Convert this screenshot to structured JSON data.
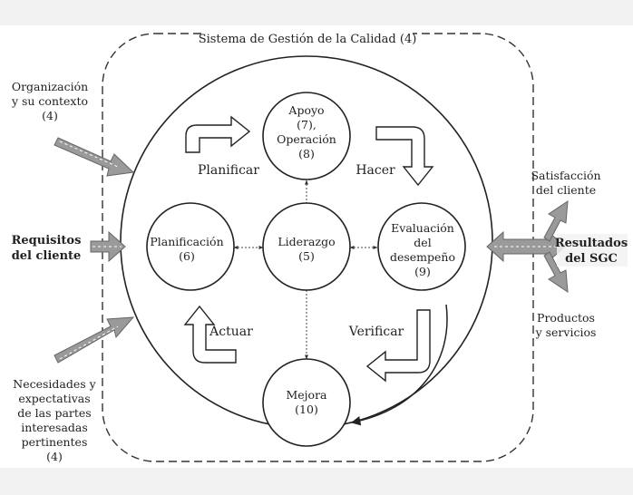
{
  "system": {
    "title": "Sistema de Gestión de la Calidad (4)"
  },
  "phases": {
    "plan": "Planificar",
    "do": "Hacer",
    "check": "Verificar",
    "act": "Actuar"
  },
  "nodes": {
    "support": {
      "line1": "Apoyo",
      "line2": "(7),",
      "line3": "Operación",
      "line4": "(8)"
    },
    "planning": {
      "line1": "Planificación",
      "line2": "(6)"
    },
    "leadership": {
      "line1": "Liderazgo",
      "line2": "(5)"
    },
    "evaluation": {
      "line1": "Evaluación",
      "line2": "del",
      "line3": "desempeño",
      "line4": "(9)"
    },
    "improvement": {
      "line1": "Mejora",
      "line2": "(10)"
    }
  },
  "inputs": {
    "context": {
      "line1": "Organización",
      "line2": "y su contexto",
      "line3": "(4)"
    },
    "requirements": {
      "line1": "Requisitos",
      "line2": "del cliente"
    },
    "stakeholders": {
      "line1": "Necesidades y",
      "line2": "expectativas",
      "line3": "de las partes",
      "line4": "interesadas",
      "line5": "pertinentes",
      "line6": "(4)"
    }
  },
  "outputs": {
    "results": {
      "line1": "Resultados",
      "line2": "del SGC"
    },
    "satisfaction": {
      "line1": "Satisfacción",
      "line2": "del cliente"
    },
    "products": {
      "line1": "Productos",
      "line2": "y servicios"
    }
  },
  "colors": {
    "background": "#f2f2f2",
    "panel": "#ffffff",
    "arrow_fill": "#9a9a9a",
    "arrow_stroke": "#555555",
    "line": "#222222"
  }
}
